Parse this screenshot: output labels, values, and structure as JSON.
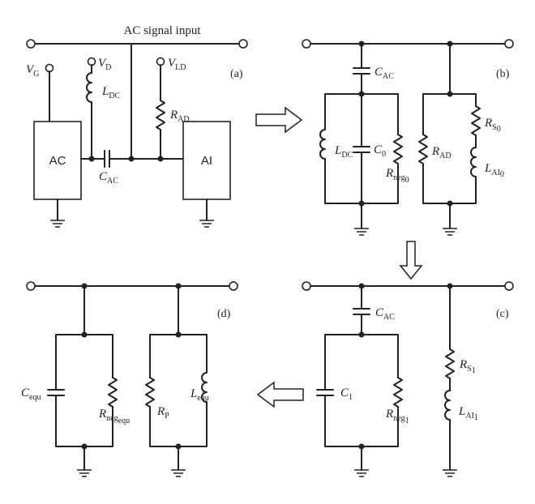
{
  "title": "AC signal input",
  "panels": {
    "a": {
      "tag": "(a)",
      "vg": "V",
      "vg_sub": "G",
      "vd": "V",
      "vd_sub": "D",
      "vld": "V",
      "vld_sub": "LD",
      "ldc": "L",
      "ldc_sub": "DC",
      "rad": "R",
      "rad_sub": "AD",
      "cac": "C",
      "cac_sub": "AC",
      "ac_box": "AC",
      "ai_box": "AI"
    },
    "b": {
      "tag": "(b)",
      "cac": "C",
      "cac_sub": "AC",
      "ldc": "L",
      "ldc_sub": "DC",
      "c0": "C",
      "c0_sub": "0",
      "rneg": "R",
      "rneg_sub": "neg",
      "rneg_sub2": "0",
      "rad": "R",
      "rad_sub": "AD",
      "rs": "R",
      "rs_sub": "S",
      "rs_sub2": "0",
      "lai": "L",
      "lai_sub": "AI",
      "lai_sub2": "0"
    },
    "c": {
      "tag": "(c)",
      "cac": "C",
      "cac_sub": "AC",
      "c1": "C",
      "c1_sub": "1",
      "rneg": "R",
      "rneg_sub": "neg",
      "rneg_sub2": "1",
      "rs": "R",
      "rs_sub": "S",
      "rs_sub2": "1",
      "lai": "L",
      "lai_sub": "AI",
      "lai_sub2": "1"
    },
    "d": {
      "tag": "(d)",
      "cequ": "C",
      "cequ_sub": "equ",
      "rneg": "R",
      "rneg_sub": "neg",
      "rneg_sub2": "equ",
      "rp": "R",
      "rp_sub": "P",
      "lequ": "L",
      "lequ_sub": "equ"
    }
  }
}
